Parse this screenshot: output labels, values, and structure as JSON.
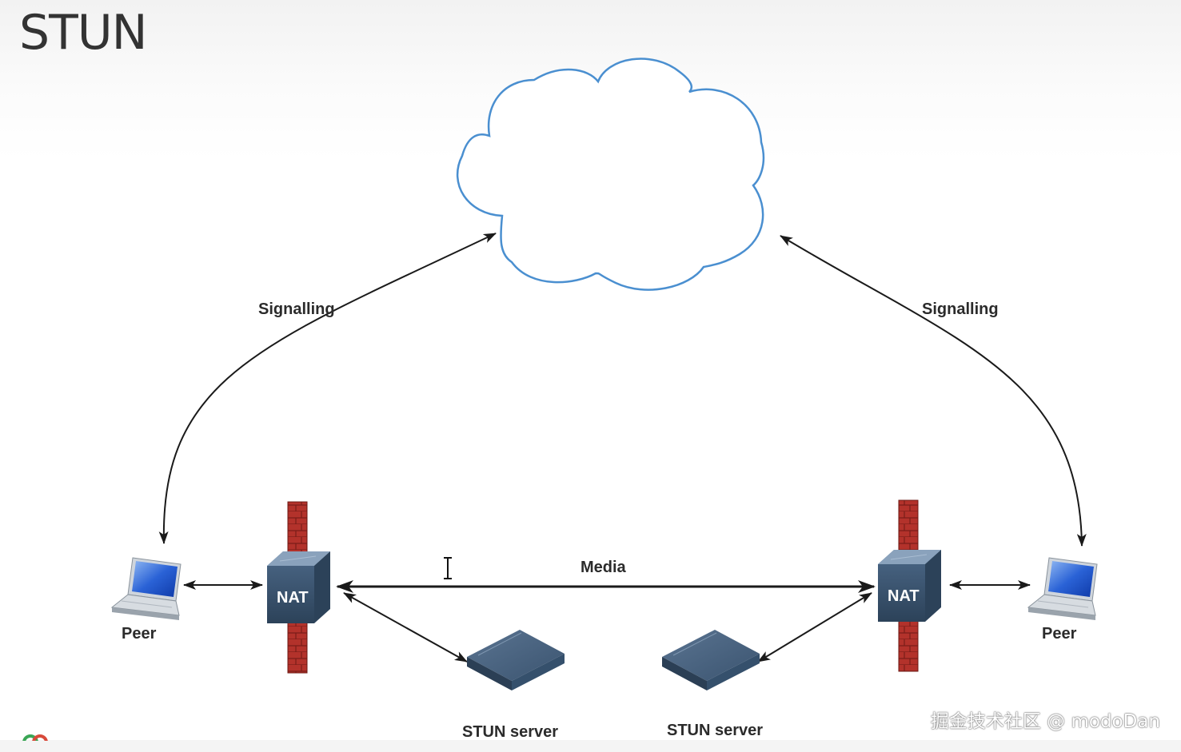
{
  "title": "STUN",
  "labels": {
    "signalling_left": "Signalling",
    "signalling_right": "Signalling",
    "media": "Media",
    "peer_left": "Peer",
    "peer_right": "Peer",
    "nat_left": "NAT",
    "nat_right": "NAT",
    "stun_server_left": "STUN server",
    "stun_server_right": "STUN server"
  },
  "watermark": "掘金技术社区 @ modoDan",
  "colors": {
    "cloud_stroke": "#4a8fd0",
    "firewall": "#b0302a",
    "nat_box": "#3d5874",
    "server_box": "#425c78",
    "arrow": "#1a1a1a"
  },
  "icons": {
    "cloud": "cloud-icon",
    "peer": "laptop-icon",
    "nat": "router-icon",
    "firewall": "brick-wall-icon",
    "stun_server": "server-appliance-icon",
    "cursor": "text-cursor-icon"
  }
}
